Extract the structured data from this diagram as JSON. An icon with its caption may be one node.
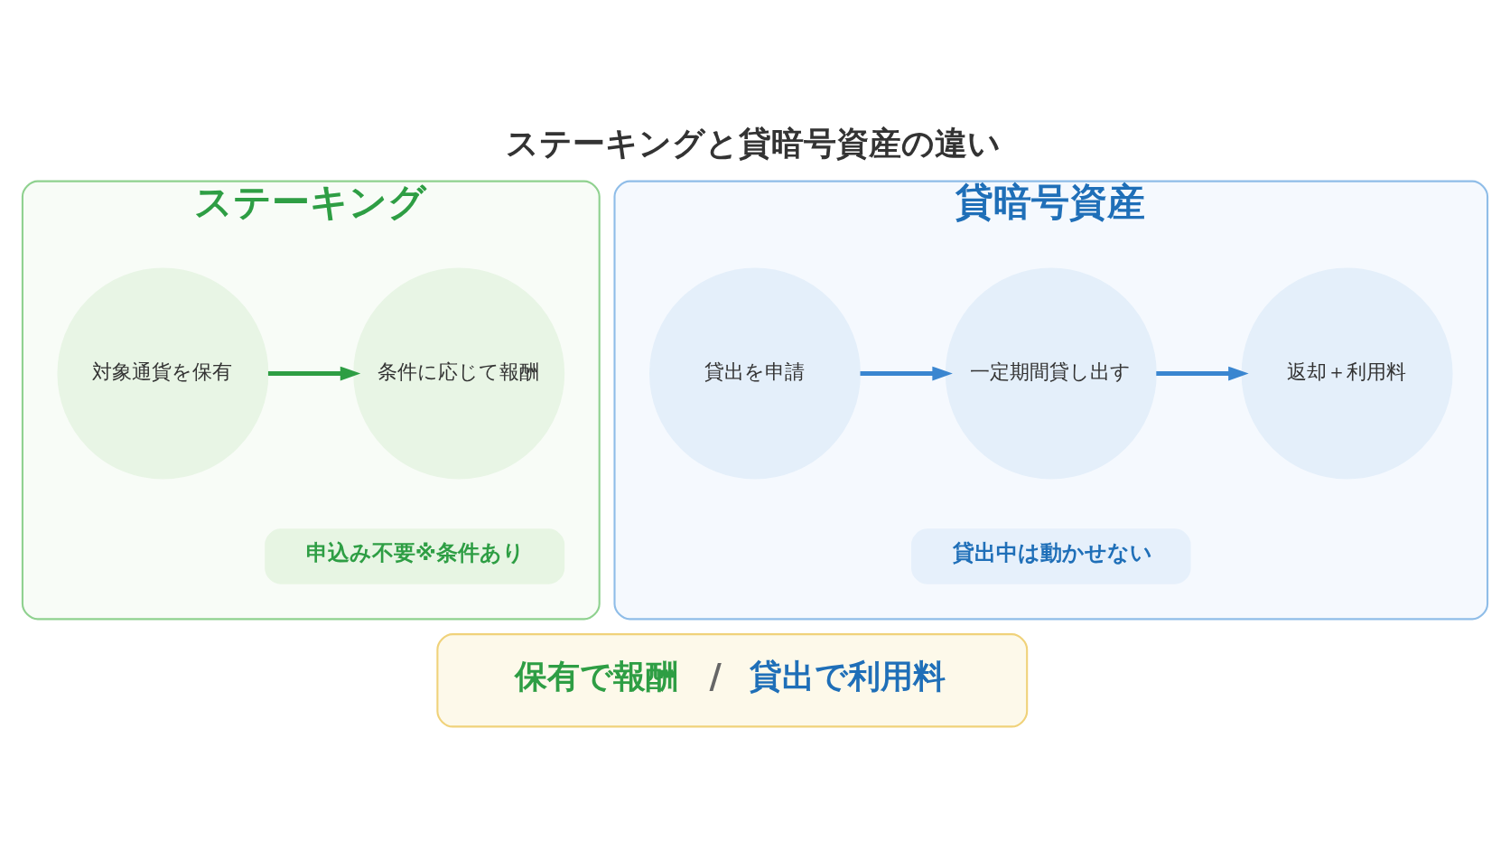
{
  "diagram": {
    "title": "ステーキングと貸暗号資産の違い",
    "nodes": [
      {
        "text": [
          "ステーキング"
        ]
      },
      {
        "text": [
          "対象通貨を保有"
        ],
        "in": 0
      },
      {
        "text": [
          "条件に応じて報酬"
        ],
        "in": 0
      },
      {
        "text": [
          "申込み不要※条件あり"
        ],
        "in": 0
      },
      {
        "text": [
          "貸暗号資産"
        ]
      },
      {
        "text": [
          "貸出を申請"
        ],
        "in": 4
      },
      {
        "text": [
          "一定期間貸し出す"
        ],
        "in": 4
      },
      {
        "text": [
          "返却＋利用料"
        ],
        "in": 4
      },
      {
        "text": [
          "貸出中は動かせない"
        ],
        "in": 4
      },
      {
        "text": [
          "保有で報酬",
          "/",
          "貸出で利用料"
        ]
      }
    ],
    "edges": [
      {
        "from": 1,
        "to": 2,
        "arrow": "to",
        "color": "#2e9e44"
      },
      {
        "from": 5,
        "to": 6,
        "arrow": "to"
      },
      {
        "from": 6,
        "to": 7,
        "arrow": "to"
      }
    ]
  }
}
